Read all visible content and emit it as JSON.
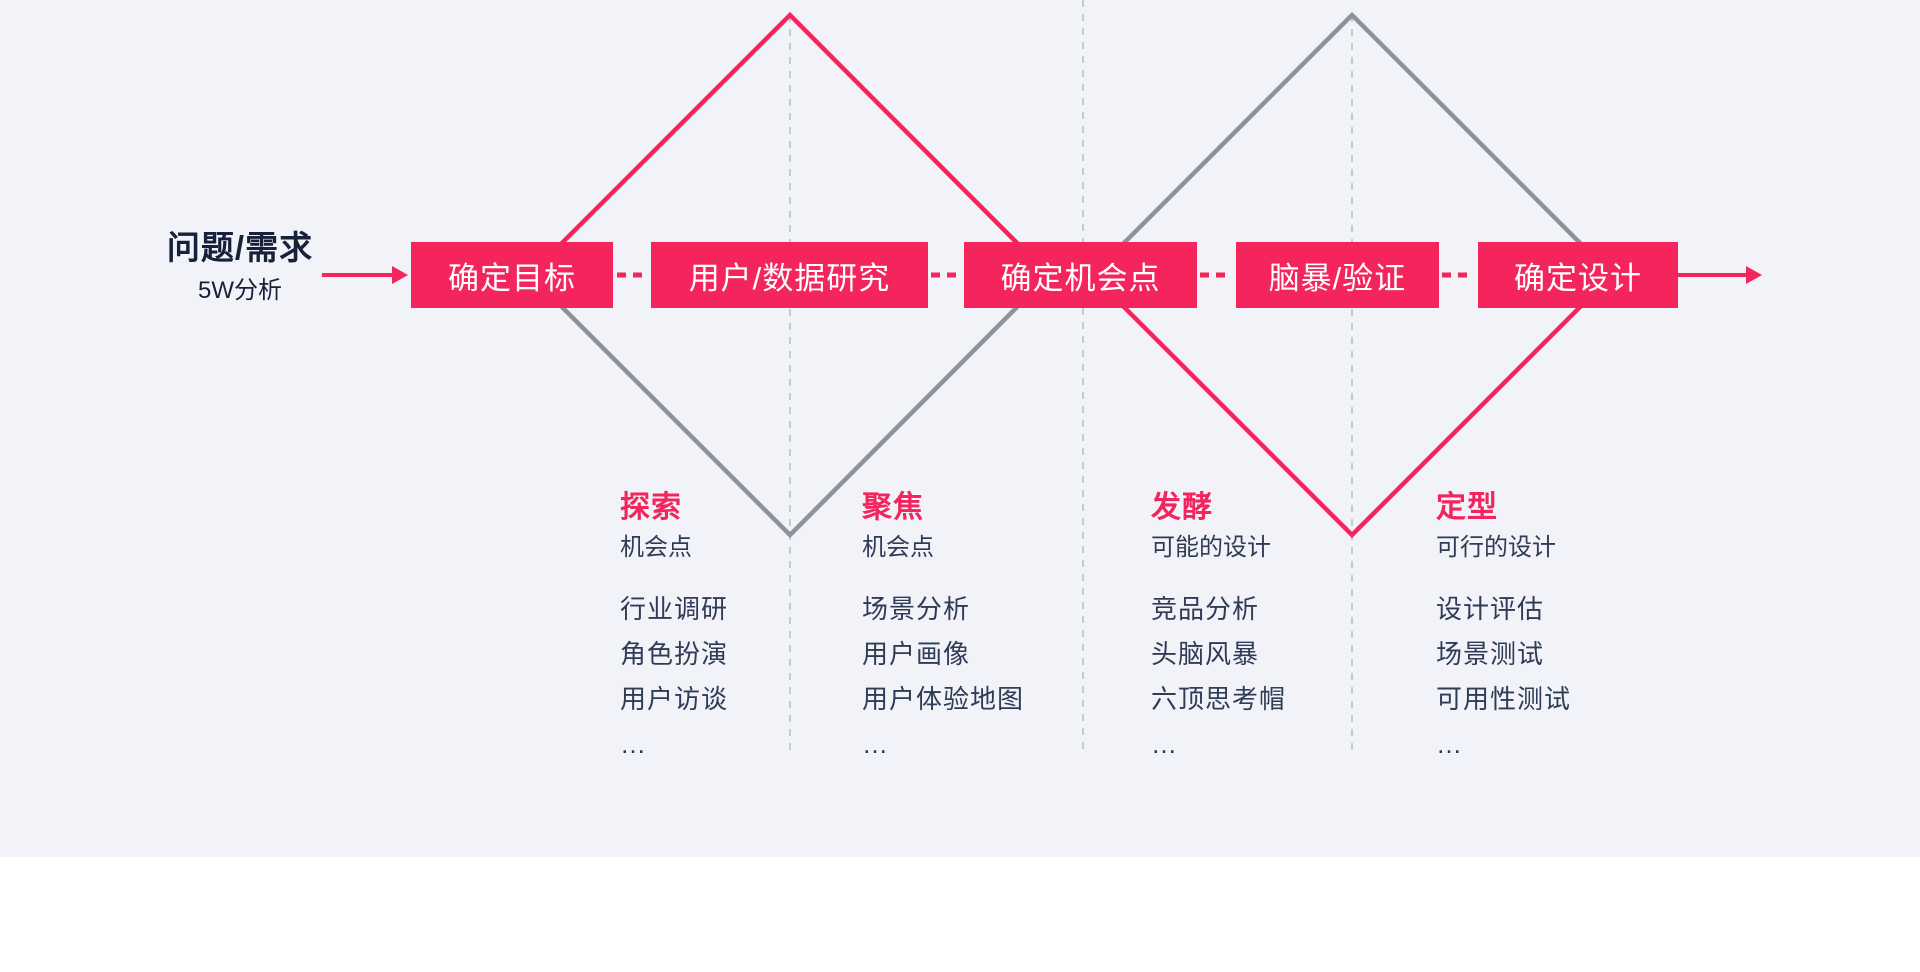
{
  "palette": {
    "pink": "#F4245C",
    "gray_line": "#90929A",
    "dash_gray": "#C6CAD2",
    "background": "#F1F3F9",
    "heading_text": "#18213A",
    "body_text": "#303C56",
    "button_text": "#FFFFFF"
  },
  "origin": {
    "title": "问题/需求",
    "subtitle": "5W分析"
  },
  "stages": [
    {
      "label": "确定目标"
    },
    {
      "label": "用户/数据研究"
    },
    {
      "label": "确定机会点"
    },
    {
      "label": "脑暴/验证"
    },
    {
      "label": "确定设计"
    }
  ],
  "phases": [
    {
      "title": "探索",
      "subtitle": "机会点",
      "items": [
        "行业调研",
        "角色扮演",
        "用户访谈",
        "…"
      ]
    },
    {
      "title": "聚焦",
      "subtitle": "机会点",
      "items": [
        "场景分析",
        "用户画像",
        "用户体验地图",
        "…"
      ]
    },
    {
      "title": "发酵",
      "subtitle": "可能的设计",
      "items": [
        "竞品分析",
        "头脑风暴",
        "六顶思考帽",
        "…"
      ]
    },
    {
      "title": "定型",
      "subtitle": "可行的设计",
      "items": [
        "设计评估",
        "场景测试",
        "可用性测试",
        "…"
      ]
    }
  ],
  "icons": {
    "flow_arrow_in": "right-arrow",
    "flow_arrow_out": "right-arrow"
  }
}
